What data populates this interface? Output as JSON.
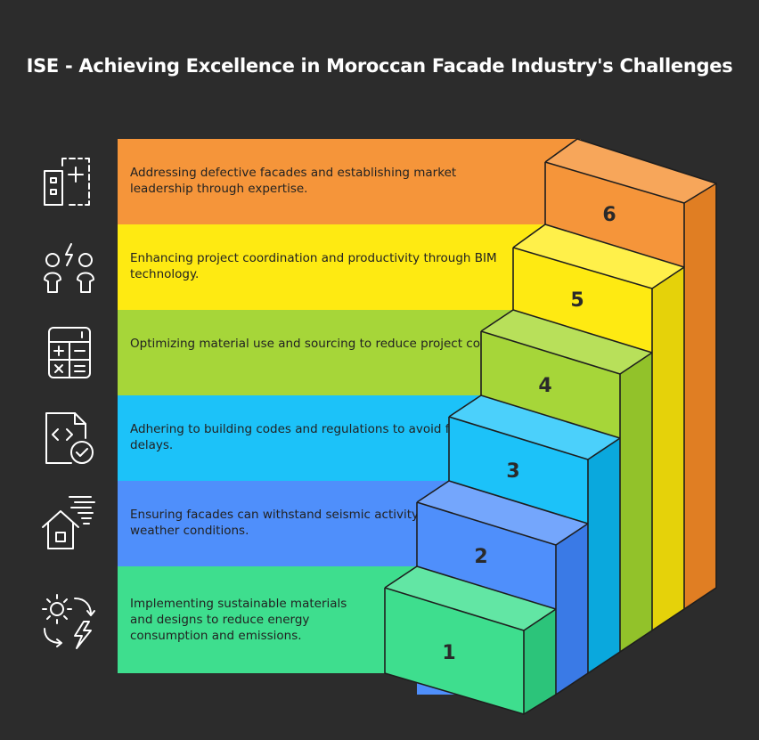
{
  "title": "ISE - Achieving Excellence in Moroccan Facade Industry's Challenges",
  "steps": [
    {
      "number": "6",
      "text": "Addressing defective facades and establishing market leadership through expertise.",
      "color": "#f5953a",
      "icon": "building-plus-icon"
    },
    {
      "number": "5",
      "text": "Enhancing project coordination and productivity through BIM technology.",
      "color": "#feea12",
      "icon": "people-lightning-icon"
    },
    {
      "number": "4",
      "text": "Optimizing material use and sourcing to reduce project costs.",
      "color": "#a6d639",
      "icon": "calculator-icon"
    },
    {
      "number": "3",
      "text": "Adhering to building codes and regulations to avoid fines and delays.",
      "color": "#1cc2f9",
      "icon": "code-document-check-icon"
    },
    {
      "number": "2",
      "text": "Ensuring facades can withstand seismic activity and extreme weather conditions.",
      "color": "#4f8ffb",
      "icon": "house-wind-icon"
    },
    {
      "number": "1",
      "text": "Implementing sustainable materials and designs to reduce energy consumption and emissions.",
      "color": "#3ede8e",
      "icon": "sun-energy-cycle-icon"
    }
  ]
}
